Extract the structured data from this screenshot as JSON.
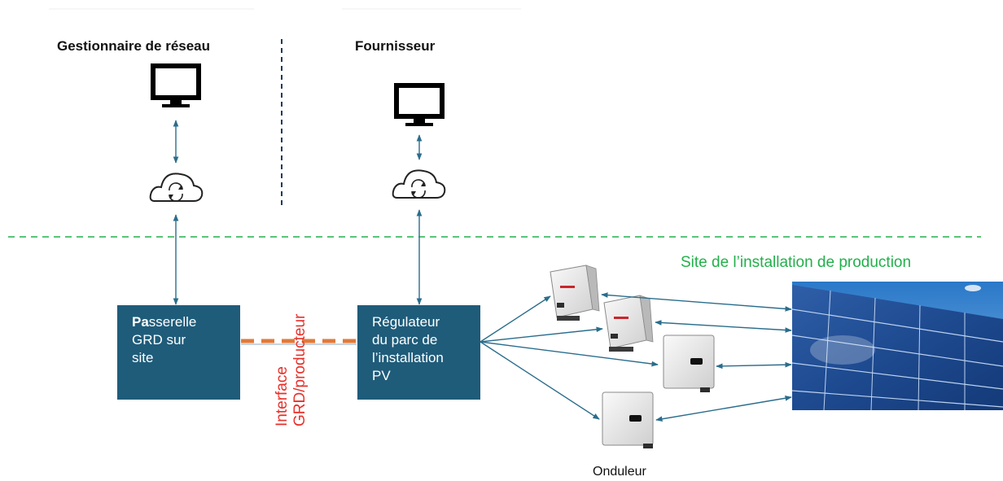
{
  "headings": {
    "grid_operator": "Gestionnaire de réseau",
    "supplier": "Fournisseur"
  },
  "site_label": "Site de l’installation de production",
  "gateway": {
    "bold": "Pa",
    "line1_rest": "sserelle",
    "line2": "GRD sur",
    "line3": "site"
  },
  "controller": {
    "line1": "Régulateur",
    "line2": "du parc de",
    "line3": "l’installation",
    "line4": "PV"
  },
  "interface": {
    "line1": "Interface",
    "line2": "GRD/producteur"
  },
  "inverter_label": "Onduleur",
  "icons": [
    "monitor-icon",
    "cloud-sync-icon",
    "inverter-icon",
    "solar-panel-icon"
  ],
  "colors": {
    "box": "#1f5c7a",
    "arrow": "#2a6d8c",
    "site_boundary": "#22b04b",
    "interface_dash": "#e07a3a",
    "interface_text": "#e8302a",
    "divider": "#1f3a5a"
  }
}
